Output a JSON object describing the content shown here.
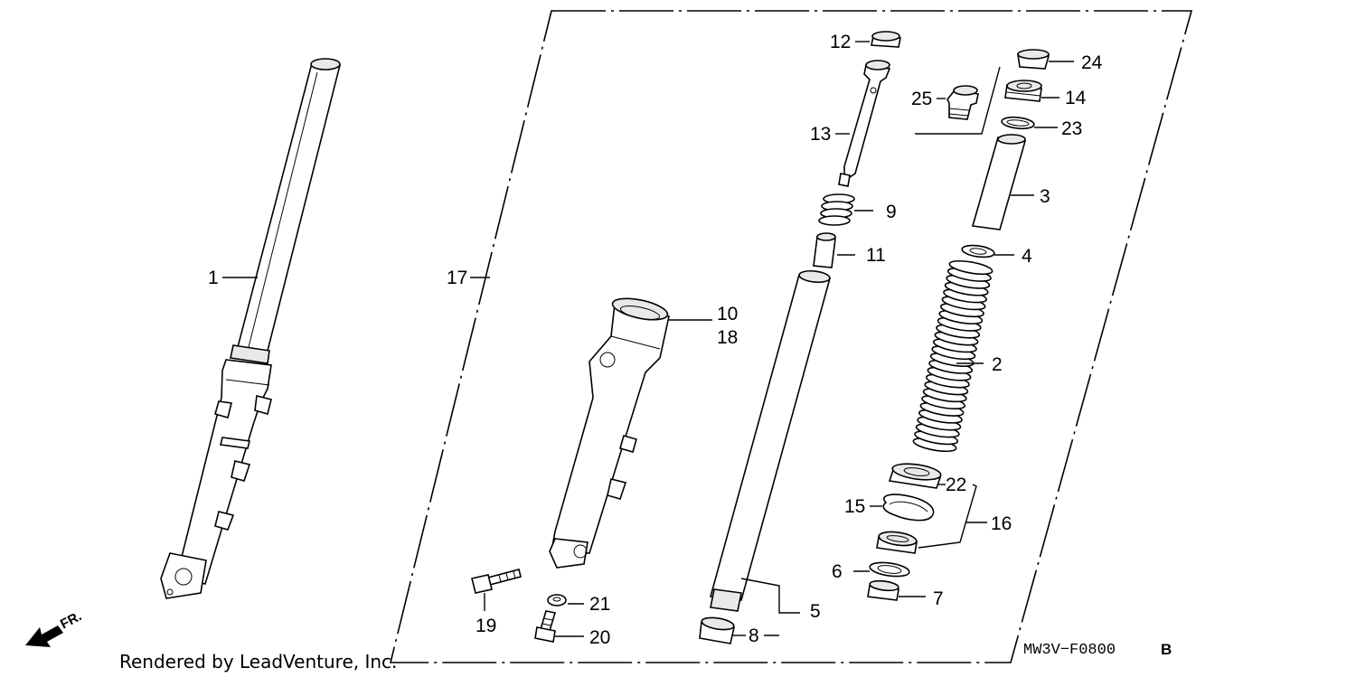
{
  "callouts": {
    "c1": "1",
    "c2": "2",
    "c3": "3",
    "c4": "4",
    "c5": "5",
    "c6": "6",
    "c7": "7",
    "c8": "8",
    "c9": "9",
    "c10": "10",
    "c11": "11",
    "c12": "12",
    "c13": "13",
    "c14": "14",
    "c15": "15",
    "c16": "16",
    "c17": "17",
    "c18": "18",
    "c19": "19",
    "c20": "20",
    "c21": "21",
    "c22": "22",
    "c23": "23",
    "c24": "24",
    "c25": "25"
  },
  "diagram_code": "MW3V−F0800",
  "diagram_code_suffix": "B",
  "direction_label": "FR.",
  "credit": "Rendered by LeadVenture, Inc."
}
